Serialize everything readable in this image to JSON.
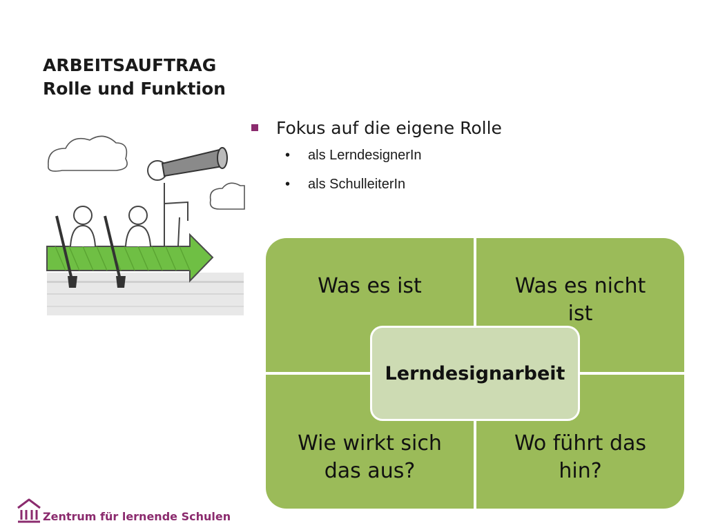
{
  "slide": {
    "title_line1": "ARBEITSAUFTRAG",
    "title_line2": "Rolle und Funktion"
  },
  "bullets": {
    "main": "Fokus auf die eigene Rolle",
    "sub": [
      "als LerndesignerIn",
      "als SchulleiterIn"
    ]
  },
  "matrix": {
    "top_left": "Was es ist",
    "top_right": "Was es nicht ist",
    "bottom_left": "Wie wirkt sich das aus?",
    "bottom_right": "Wo führt das hin?",
    "center": "Lerndesignarbeit"
  },
  "footer": {
    "logo_text": "Zentrum für lernende Schulen"
  },
  "colors": {
    "quadrant": "#9bbb59",
    "center": "#cddbb3",
    "brand": "#8b2b6e",
    "arrow": "#6fbf44"
  },
  "icons": {
    "bullet": "square-bullet-icon",
    "logo": "school-building-icon"
  }
}
